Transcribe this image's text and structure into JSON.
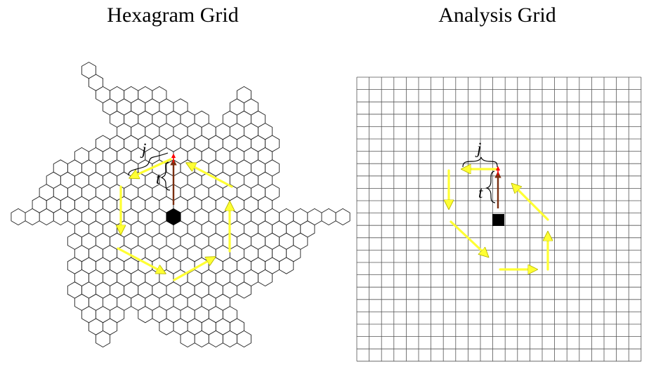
{
  "panels": {
    "left": {
      "title": "Hexagram Grid",
      "label_j": "j",
      "label_t": "t"
    },
    "right": {
      "title": "Analysis Grid",
      "label_j": "j",
      "label_t": "t"
    }
  },
  "colors": {
    "grid_line": "#555555",
    "hexagon_stroke": "#222222",
    "origin_cell": "#000000",
    "step_arrow": "#ff0000",
    "path_arrow": "#ffff33",
    "path_arrow_edge": "#b5b500",
    "vector_arrow": "#7a2e10"
  },
  "shapes": {
    "left_origin": "filled hexagon",
    "right_origin": "filled square"
  }
}
